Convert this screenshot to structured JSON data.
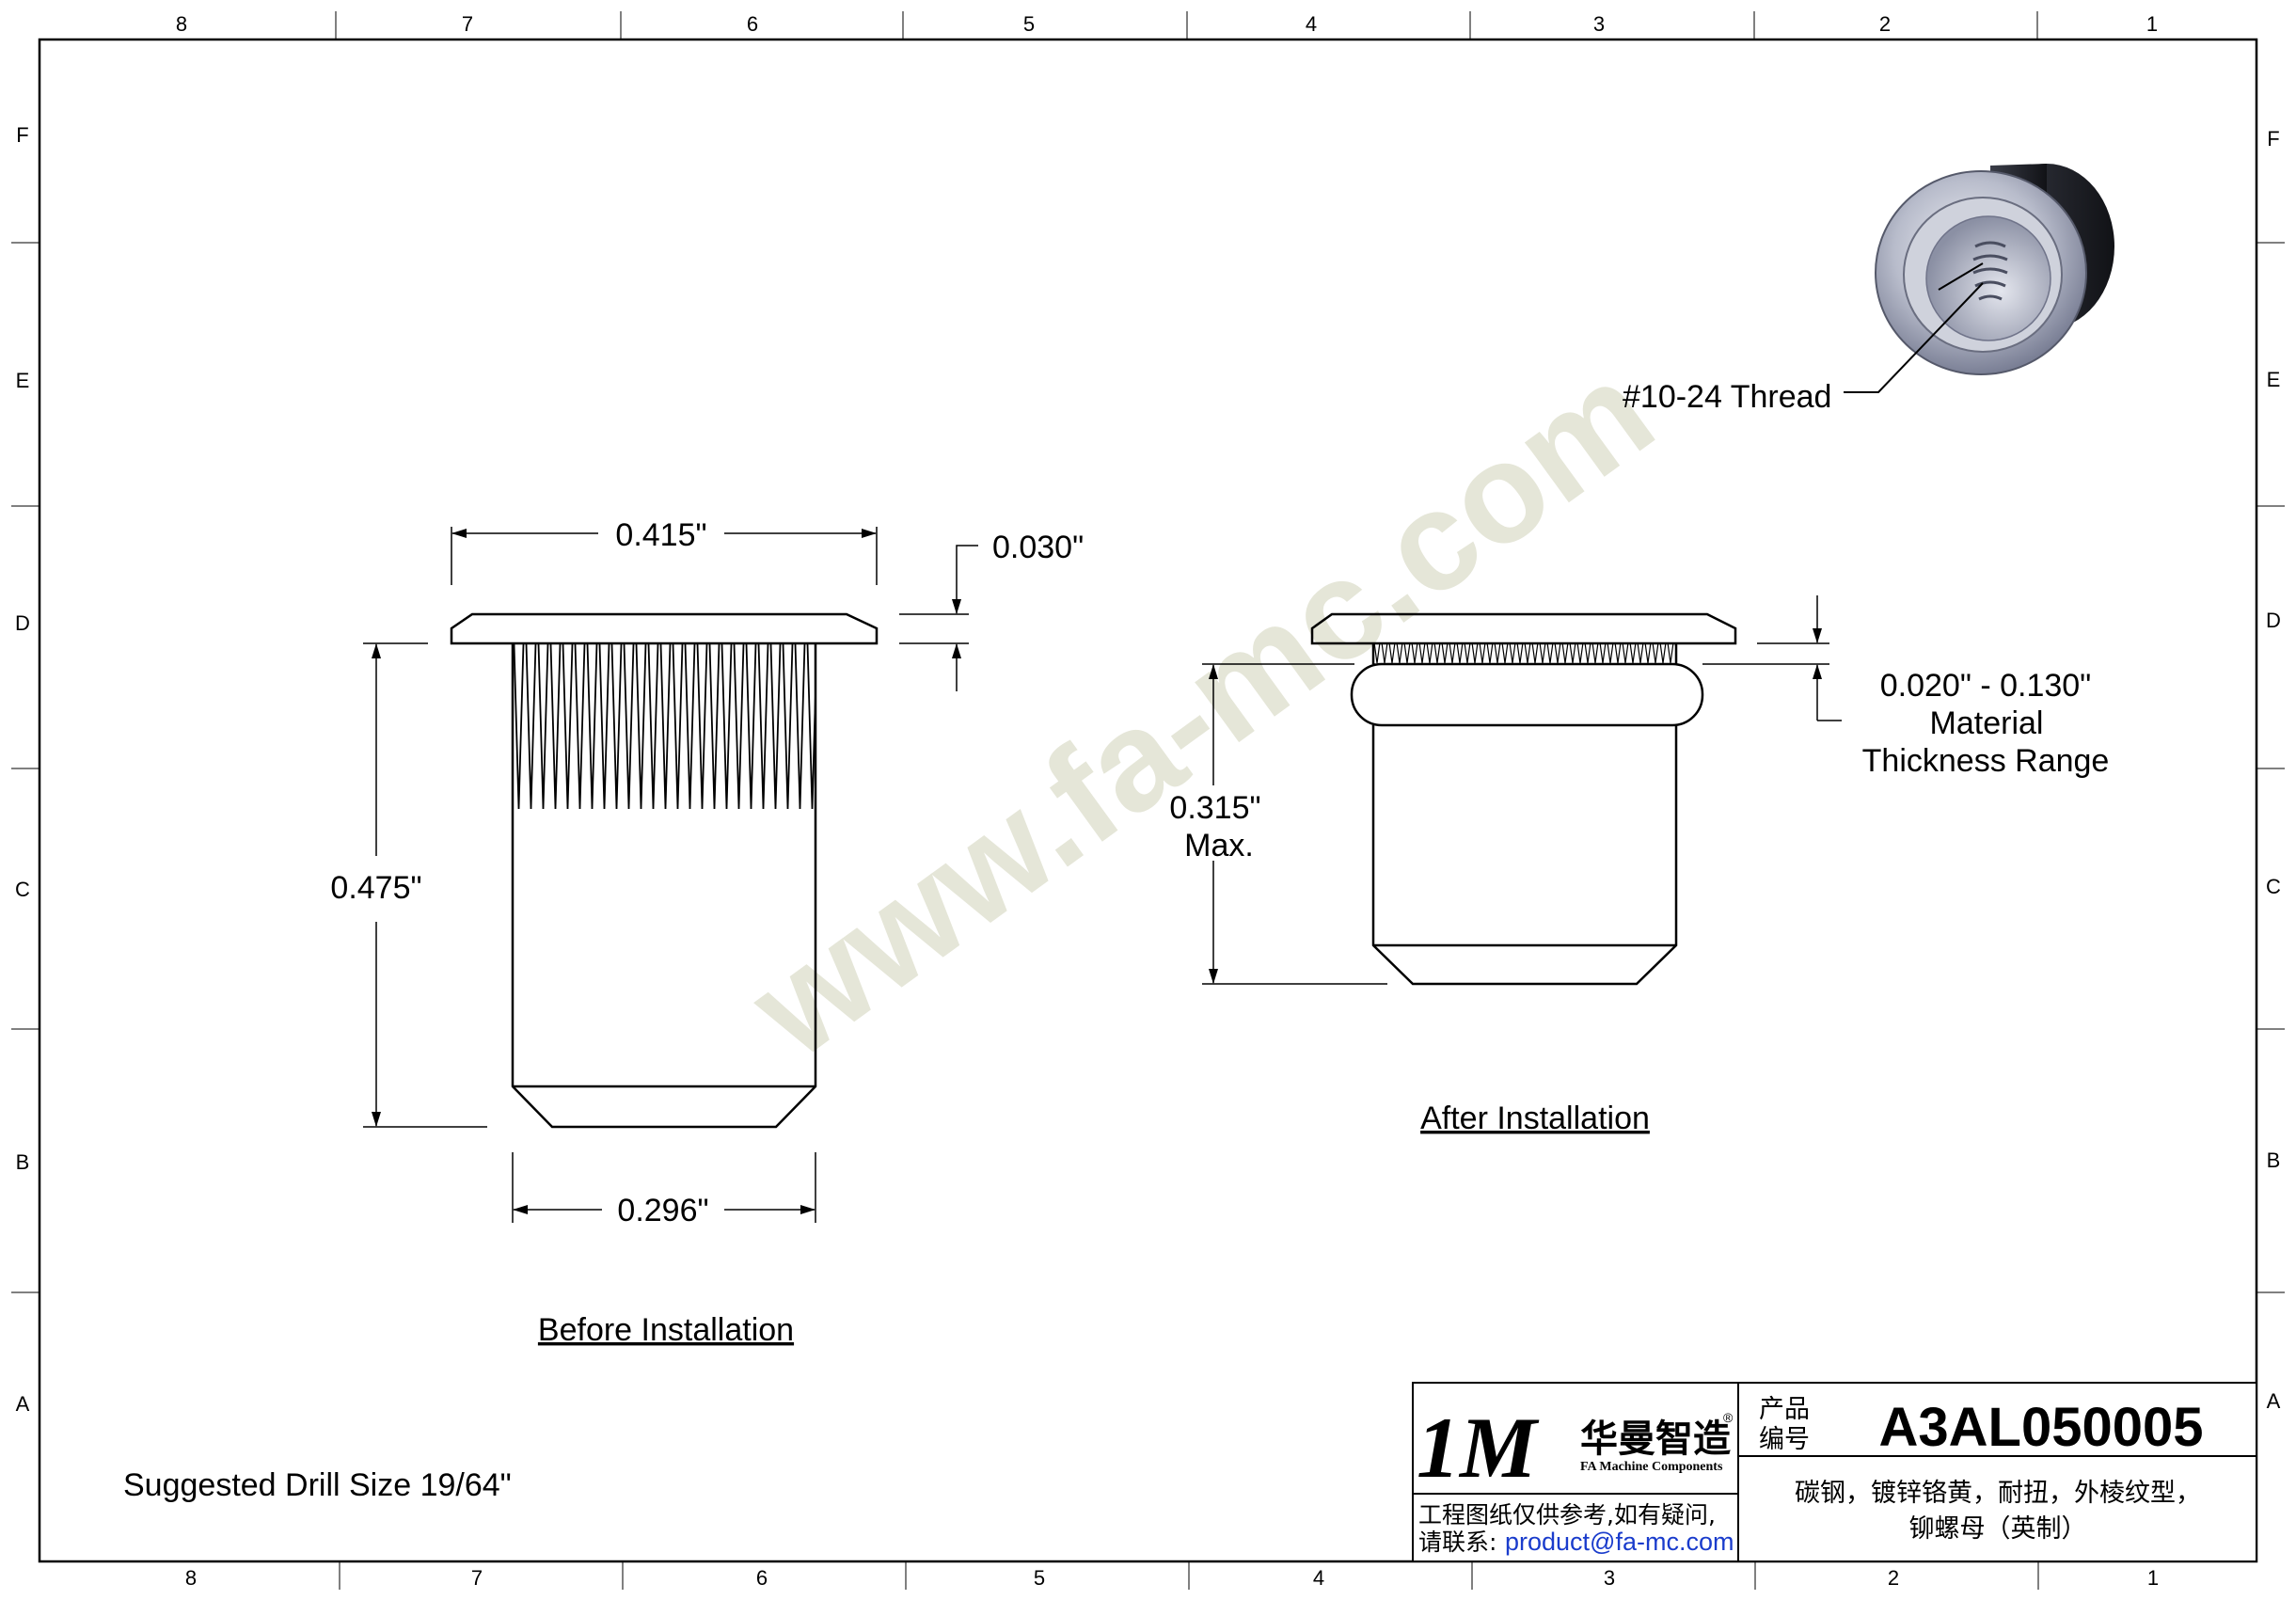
{
  "border": {
    "top_numbers": [
      "8",
      "7",
      "6",
      "5",
      "4",
      "3",
      "2",
      "1"
    ],
    "bottom_numbers": [
      "8",
      "7",
      "6",
      "5",
      "4",
      "3",
      "2",
      "1"
    ],
    "side_letters": [
      "F",
      "E",
      "D",
      "C",
      "B",
      "A"
    ]
  },
  "watermark": "www.fa-mc.com",
  "iso_view": {
    "thread_label": "#10-24 Thread"
  },
  "before_view": {
    "caption": "Before Installation",
    "dim_head_dia": "0.415\"",
    "dim_head_thk": "0.030\"",
    "dim_length": "0.475\"",
    "dim_body_dia": "0.296\""
  },
  "after_view": {
    "caption": "After Installation",
    "dim_installed_len_1": "0.315\"",
    "dim_installed_len_2": "Max.",
    "grip_range": "0.020\" - 0.130\"",
    "grip_label_1": "Material",
    "grip_label_2": "Thickness Range"
  },
  "drill_note": "Suggested Drill Size 19/64\"",
  "title_block": {
    "logo_mark": "1M",
    "company_cn": "华曼智造",
    "company_en": "FA Machine Components",
    "registered": "®",
    "pn_label_1": "产品",
    "pn_label_2": "编号",
    "part_number": "A3AL050005",
    "note_1": "工程图纸仅供参考,如有疑问,",
    "note_2": "请联系:",
    "email": "product@fa-mc.com",
    "desc_1": "碳钢，镀锌铬黄，耐扭，外棱纹型，",
    "desc_2": "铆螺母（英制）"
  },
  "colors": {
    "line": "#000000",
    "watermark": "#e5e6d8",
    "logo_green": "#2aa14a",
    "logo_blue": "#2a2f8f",
    "email_blue": "#1a3ccc"
  }
}
